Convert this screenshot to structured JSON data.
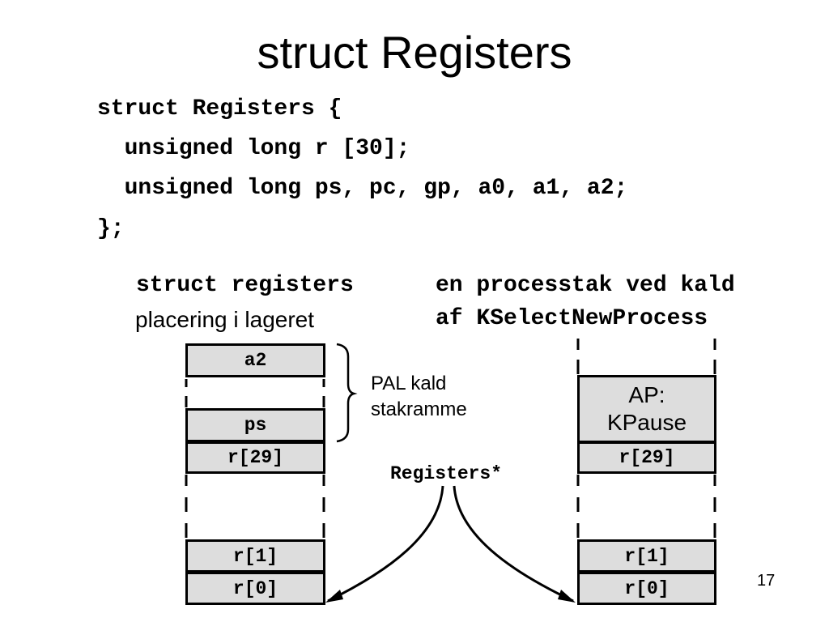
{
  "title": "struct Registers",
  "code": {
    "line1": "struct Registers {",
    "line2": "  unsigned long r [30];",
    "line3": "  unsigned long ps, pc, gp, a0, a1, a2;",
    "line4": "};"
  },
  "left_diagram": {
    "heading_code": "struct registers",
    "heading_text": "placering i lageret",
    "slots": {
      "a2": "a2",
      "ps": "ps",
      "r29": "r[29]",
      "r1": "r[1]",
      "r0": "r[0]"
    }
  },
  "brace_label": "PAL kald\nstakramme",
  "pointer_label": "Registers*",
  "right_diagram": {
    "heading_line1": "en processtak ved kald",
    "heading_line2": "af KSelectNewProcess",
    "slots": {
      "ap_line1": "AP:",
      "ap_line2": "KPause",
      "r29": "r[29]",
      "r1": "r[1]",
      "r0": "r[0]"
    }
  },
  "page_number": "17"
}
